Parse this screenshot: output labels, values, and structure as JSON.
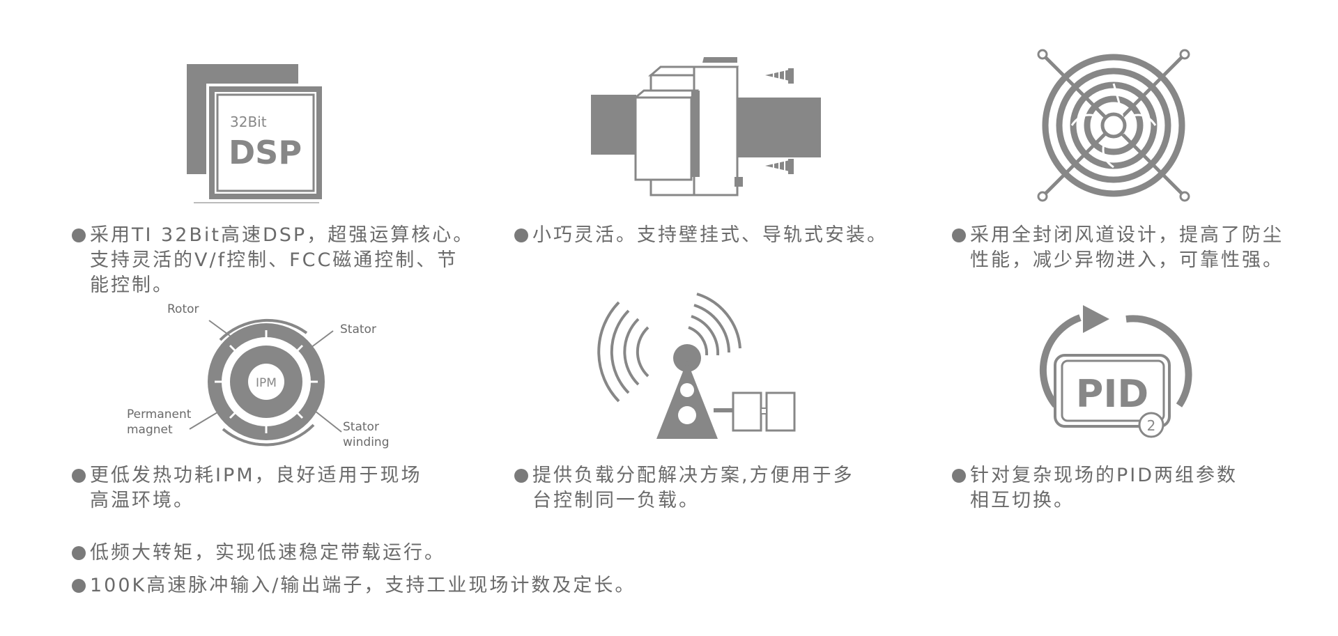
{
  "features": [
    {
      "id": "dsp",
      "lines": [
        "采用TI 32Bit高速DSP，超强运算核心。",
        "支持灵活的V/f控制、FCC磁通控制、节",
        "能控制。"
      ]
    },
    {
      "id": "compact",
      "lines": [
        "小巧灵活。支持壁挂式、导轨式安装。"
      ]
    },
    {
      "id": "sealed",
      "lines": [
        "采用全封闭风道设计，提高了防尘",
        "性能，减少异物进入，可靠性强。"
      ]
    },
    {
      "id": "ipm",
      "lines": [
        "更低发热功耗IPM，良好适用于现场",
        "高温环境。"
      ]
    },
    {
      "id": "load",
      "lines": [
        "提供负载分配解决方案,方便用于多",
        "台控制同一负载。"
      ]
    },
    {
      "id": "pid",
      "lines": [
        "针对复杂现场的PID两组参数",
        "相互切换。"
      ]
    },
    {
      "id": "torque",
      "lines": [
        "低频大转矩，实现低速稳定带载运行。"
      ]
    },
    {
      "id": "pulse",
      "lines": [
        "100K高速脉冲输入/输出端子，支持工业现场计数及定长。"
      ]
    }
  ],
  "icons": {
    "dsp": {
      "small_text": "32Bit",
      "big_text": "DSP"
    },
    "motor": {
      "center": "IPM",
      "label_rotor": "Rotor",
      "label_stator": "Stator",
      "label_magnet_1": "Permanent",
      "label_magnet_2": "magnet",
      "label_winding_1": "Stator",
      "label_winding_2": "winding"
    },
    "pid": {
      "text": "PID",
      "badge": "2"
    }
  },
  "colors": {
    "icon_gray": "#878787",
    "text_gray": "#6a6a6a"
  }
}
